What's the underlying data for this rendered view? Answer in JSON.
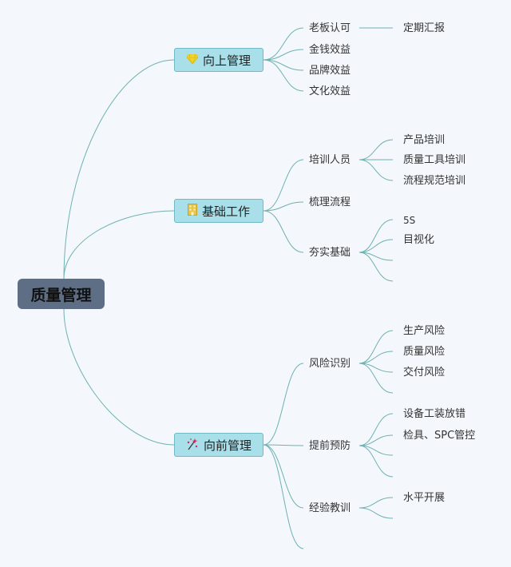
{
  "root": {
    "label": "质量管理"
  },
  "branches": [
    {
      "label": "向上管理",
      "icon": "gem-icon",
      "icon_color": "#f2d22e",
      "children": [
        {
          "label": "老板认可",
          "children": [
            {
              "label": "定期汇报"
            }
          ]
        },
        {
          "label": "金钱效益",
          "children": []
        },
        {
          "label": "品牌效益",
          "children": []
        },
        {
          "label": "文化效益",
          "children": []
        }
      ]
    },
    {
      "label": "基础工作",
      "icon": "building-icon",
      "icon_color": "#e8c44a",
      "children": [
        {
          "label": "培训人员",
          "children": [
            {
              "label": "产品培训"
            },
            {
              "label": "质量工具培训"
            },
            {
              "label": "流程规范培训"
            }
          ]
        },
        {
          "label": "梳理流程",
          "children": []
        },
        {
          "label": "夯实基础",
          "children": [
            {
              "label": "5S"
            },
            {
              "label": "目视化"
            },
            {
              "label": ""
            },
            {
              "label": ""
            }
          ]
        }
      ]
    },
    {
      "label": "向前管理",
      "icon": "sparkle-icon",
      "icon_color": "#e0245e",
      "children": [
        {
          "label": "风险识别",
          "children": [
            {
              "label": "生产风险"
            },
            {
              "label": "质量风险"
            },
            {
              "label": "交付风险"
            },
            {
              "label": ""
            }
          ]
        },
        {
          "label": "提前预防",
          "children": [
            {
              "label": "设备工装放错"
            },
            {
              "label": "检具、SPC管控"
            },
            {
              "label": ""
            },
            {
              "label": ""
            }
          ]
        },
        {
          "label": "经验教训",
          "children": [
            {
              "label": "水平开展"
            },
            {
              "label": ""
            }
          ]
        },
        {
          "label": "",
          "children": []
        }
      ]
    }
  ],
  "colors": {
    "line": "#6fb1b0",
    "root_fill": "#5d6e85",
    "branch_fill": "#a9dfe8",
    "branch_border": "#6fb9c8",
    "background": "#f4f8fd"
  }
}
